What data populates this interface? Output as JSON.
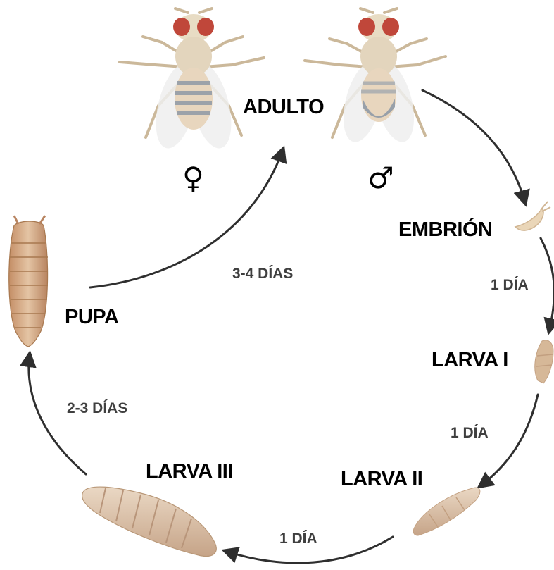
{
  "stages": {
    "adult": "ADULTO",
    "embryo": "EMBRIÓN",
    "larva1": "LARVA I",
    "larva2": "LARVA II",
    "larva3": "LARVA III",
    "pupa": "PUPA"
  },
  "durations": {
    "embryo_to_larva1": "1 DÍA",
    "larva1_to_larva2": "1 DÍA",
    "larva2_to_larva3": "1 DÍA",
    "larva3_to_pupa": "2-3 DÍAS",
    "pupa_to_adult": "3-4 DÍAS"
  },
  "symbols": {
    "female": "♀",
    "male": "♂"
  },
  "colors": {
    "arrow": "#2f2f2f",
    "body": "#e3d5bd",
    "body_dark": "#c9a98a",
    "eye": "#c0473a",
    "wing": "#eeeeee"
  }
}
